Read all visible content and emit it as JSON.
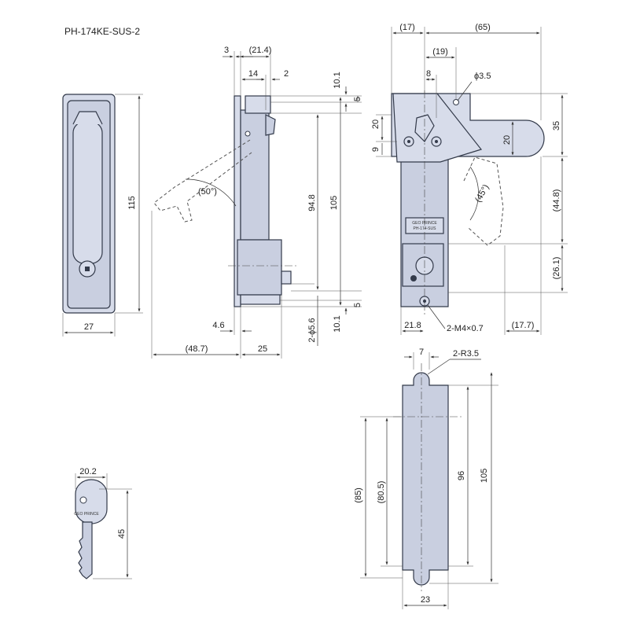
{
  "title": "PH-174KE-SUS-2",
  "front": {
    "height": "115",
    "width": "27"
  },
  "side": {
    "top_3": "3",
    "top_21_4": "(21.4)",
    "top_14": "14",
    "top_2": "2",
    "angle": "(50°)",
    "bottom_4_6": "4.6",
    "bottom_48_7": "(48.7)",
    "bottom_25": "25",
    "right_10_1_top": "10.1",
    "right_5_top": "5",
    "right_94_8": "94.8",
    "right_105": "105",
    "right_5_bot": "5",
    "right_10_1_bot": "10.1",
    "hole": "2-ϕ5.6"
  },
  "rear": {
    "top_17": "(17)",
    "top_65": "(65)",
    "top_19": "(19)",
    "top_8": "8",
    "phi": "ϕ3.5",
    "left_20": "20",
    "left_9": "9",
    "mid_20": "20",
    "angle": "(45°)",
    "right_35": "35",
    "right_44_8": "(44.8)",
    "right_26_1": "(26.1)",
    "bottom_21_8": "21.8",
    "thread": "2-M4×0.7",
    "bottom_17_7": "(17.7)",
    "plate_text_1": "GEO PRINCE",
    "plate_text_2": "PH-174-SUS"
  },
  "plate": {
    "top_7": "7",
    "radius": "2-R3.5",
    "left_85": "(85)",
    "left_80_5": "(80.5)",
    "right_96": "96",
    "right_105": "105",
    "bottom_23": "23"
  },
  "key": {
    "width": "20.2",
    "height": "45",
    "label": "GEO PRINCE"
  }
}
